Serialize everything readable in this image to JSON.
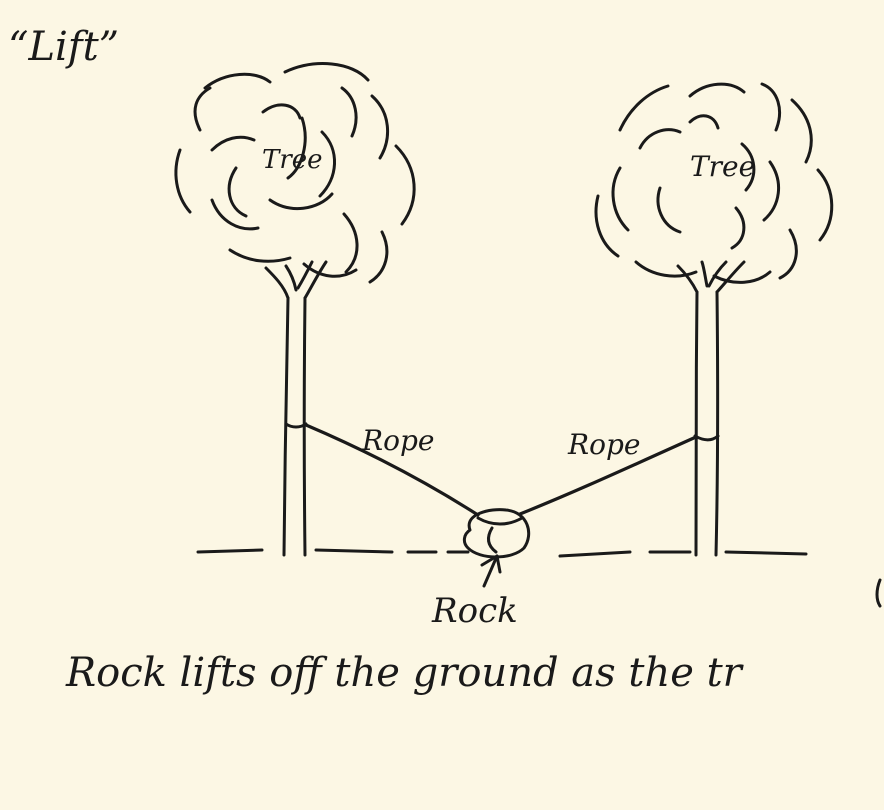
{
  "title": "“Lift”",
  "labels": {
    "tree_left": "Tree",
    "tree_right": "Tree",
    "rope_left": "Rope",
    "rope_right": "Rope",
    "rock": "Rock"
  },
  "caption": "Rock lifts off the ground as the tr",
  "colors": {
    "paper": "#fcf7e4",
    "ink": "#1a1a1a"
  }
}
